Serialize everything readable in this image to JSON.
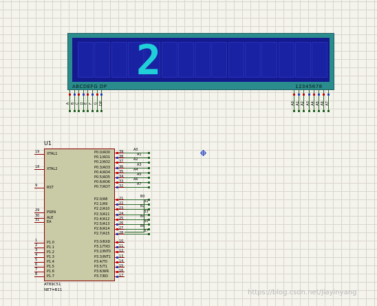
{
  "lcd": {
    "segment_label": "ABCDEFG DP",
    "digit_label": "12345678",
    "displayed_digit": "2",
    "left_pins": [
      "A",
      "B",
      "C",
      "D",
      "E",
      "F",
      "G",
      "DP"
    ],
    "right_pins": [
      "A0",
      "A1",
      "A2",
      "A3",
      "A4",
      "A5",
      "A6",
      "A7"
    ]
  },
  "chip": {
    "ref": "U1",
    "part": "AT89C51",
    "netlist": "NET=B11",
    "left_pins": [
      {
        "num": "19",
        "name": "XTAL1"
      },
      {
        "num": "18",
        "name": "XTAL2"
      },
      {
        "num": "9",
        "name": "RST"
      },
      {
        "num": "29",
        "name": "PSEN"
      },
      {
        "num": "30",
        "name": "ALE"
      },
      {
        "num": "31",
        "name": "EA"
      },
      {
        "num": "1",
        "name": "P1.0"
      },
      {
        "num": "2",
        "name": "P1.1"
      },
      {
        "num": "3",
        "name": "P1.2"
      },
      {
        "num": "4",
        "name": "P1.3"
      },
      {
        "num": "5",
        "name": "P1.4"
      },
      {
        "num": "6",
        "name": "P1.5"
      },
      {
        "num": "7",
        "name": "P1.6"
      },
      {
        "num": "8",
        "name": "P1.7"
      }
    ],
    "p0_pins": [
      {
        "num": "39",
        "name": "P0.0/AD0",
        "net": "A0"
      },
      {
        "num": "38",
        "name": "P0.1/AD1",
        "net": "A1"
      },
      {
        "num": "37",
        "name": "P0.2/AD2",
        "net": "A2"
      },
      {
        "num": "36",
        "name": "P0.3/AD3",
        "net": "A3"
      },
      {
        "num": "35",
        "name": "P0.4/AD4",
        "net": "A4"
      },
      {
        "num": "34",
        "name": "P0.5/AD5",
        "net": "A5"
      },
      {
        "num": "33",
        "name": "P0.6/AD6",
        "net": "A6"
      },
      {
        "num": "32",
        "name": "P0.7/AD7",
        "net": "A7"
      }
    ],
    "p2_pins": [
      {
        "num": "21",
        "name": "P2.0/A8",
        "net": "B0"
      },
      {
        "num": "22",
        "name": "P2.1/A9",
        "net": "B1"
      },
      {
        "num": "23",
        "name": "P2.2/A10",
        "net": "B2"
      },
      {
        "num": "24",
        "name": "P2.3/A11",
        "net": "B3"
      },
      {
        "num": "25",
        "name": "P2.4/A12",
        "net": "B4"
      },
      {
        "num": "26",
        "name": "P2.5/A13",
        "net": "B5"
      },
      {
        "num": "27",
        "name": "P2.6/A14",
        "net": "B6"
      },
      {
        "num": "28",
        "name": "P2.7/A15",
        "net": "B7"
      }
    ],
    "p3_pins": [
      {
        "num": "10",
        "name": "P3.0/RXD"
      },
      {
        "num": "11",
        "name": "P3.1/TXD"
      },
      {
        "num": "12",
        "name": "P3.2/INT0"
      },
      {
        "num": "13",
        "name": "P3.3/INT1"
      },
      {
        "num": "14",
        "name": "P3.4/T0"
      },
      {
        "num": "15",
        "name": "P3.5/T1"
      },
      {
        "num": "16",
        "name": "P3.6/WR"
      },
      {
        "num": "17",
        "name": "P3.7/RD"
      }
    ]
  },
  "watermark": "https://blog.csdn.net/jiayinyang",
  "colors": {
    "grid_bg": "#f4f3ec",
    "lcd_frame": "#2a8c8c",
    "lcd_screen": "#141a8e",
    "segment": "#1fd0d8",
    "chip_body": "#c9caa6",
    "pin": "#8b0000",
    "wire": "#2b6b2b"
  }
}
